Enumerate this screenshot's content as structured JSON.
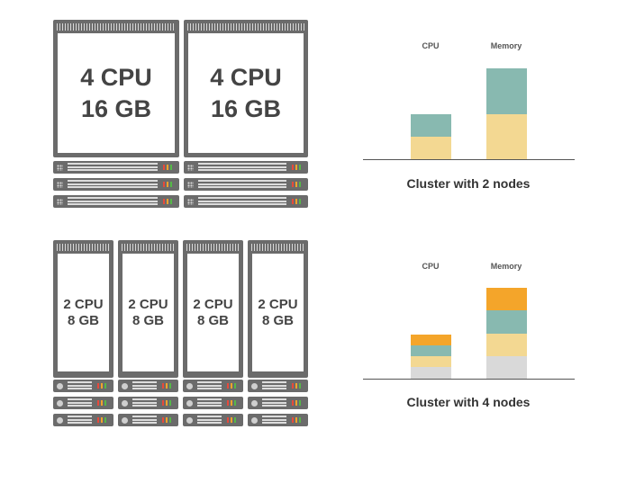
{
  "top_cluster": {
    "nodes": [
      {
        "cpu": "4 CPU",
        "mem": "16 GB"
      },
      {
        "cpu": "4 CPU",
        "mem": "16 GB"
      }
    ],
    "chart_labels": {
      "cpu": "CPU",
      "memory": "Memory"
    },
    "caption": "Cluster with 2 nodes"
  },
  "bottom_cluster": {
    "nodes": [
      {
        "cpu": "2 CPU",
        "mem": "8 GB"
      },
      {
        "cpu": "2 CPU",
        "mem": "8 GB"
      },
      {
        "cpu": "2 CPU",
        "mem": "8 GB"
      },
      {
        "cpu": "2 CPU",
        "mem": "8 GB"
      }
    ],
    "chart_labels": {
      "cpu": "CPU",
      "memory": "Memory"
    },
    "caption": "Cluster with 4 nodes"
  },
  "colors": {
    "server": "#6b6b6b",
    "yellow": "#f3d892",
    "teal": "#88b9b0",
    "orange": "#f4a52a",
    "gray": "#d9d9d9",
    "led_red": "#e64a3c",
    "led_orange": "#f2a22c",
    "led_green": "#55b848"
  }
}
